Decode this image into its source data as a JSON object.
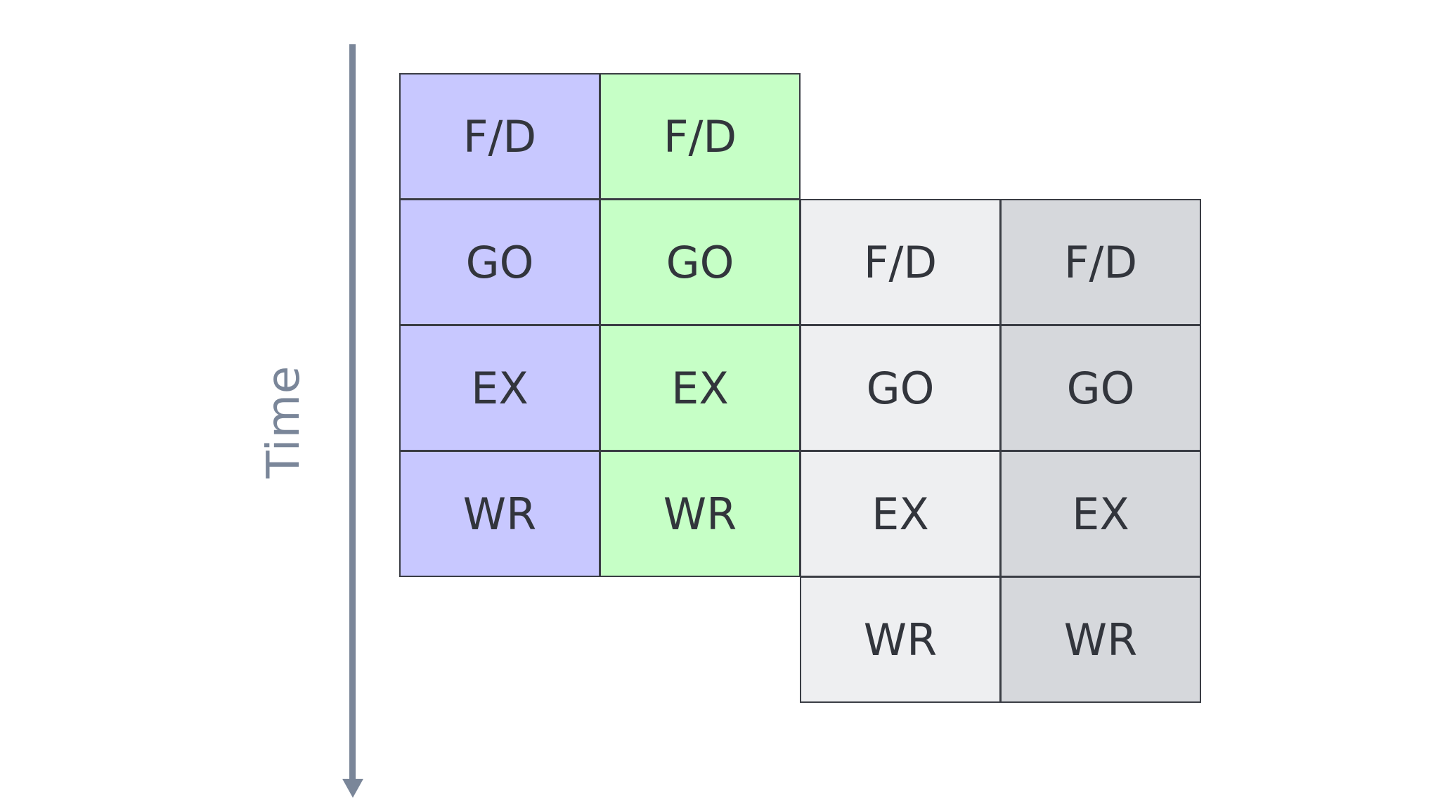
{
  "axis": {
    "label": "Time",
    "color": "#7a8699"
  },
  "columns": [
    {
      "fill": "#c8c8ff",
      "start_row": 0,
      "stages": [
        "F/D",
        "GO",
        "EX",
        "WR"
      ]
    },
    {
      "fill": "#c6ffc6",
      "start_row": 0,
      "stages": [
        "F/D",
        "GO",
        "EX",
        "WR"
      ]
    },
    {
      "fill": "#eeeff1",
      "start_row": 1,
      "stages": [
        "F/D",
        "GO",
        "EX",
        "WR"
      ]
    },
    {
      "fill": "#d6d8dc",
      "start_row": 1,
      "stages": [
        "F/D",
        "GO",
        "EX",
        "WR"
      ]
    }
  ]
}
